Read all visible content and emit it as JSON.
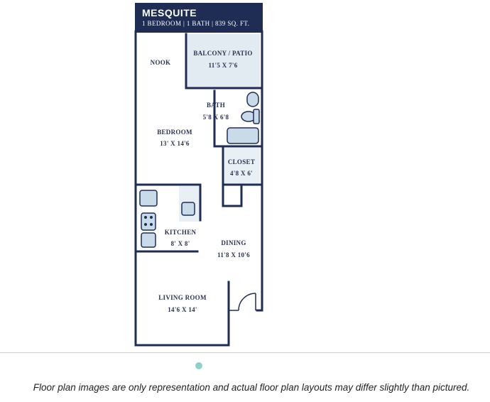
{
  "plan": {
    "name": "MESQUITE",
    "summary": "1 BEDROOM | 1 BATH | 839 SQ. FT."
  },
  "rooms": {
    "nook": {
      "name": "NOOK"
    },
    "balcony": {
      "name": "BALCONY / PATIO",
      "size": "11'5 X 7'6"
    },
    "bath": {
      "name": "BATH",
      "size": "5'8 X 6'8"
    },
    "bedroom": {
      "name": "BEDROOM",
      "size": "13' X 14'6"
    },
    "closet": {
      "name": "CLOSET",
      "size": "4'8 X 6'"
    },
    "kitchen": {
      "name": "KITCHEN",
      "size": "8' X 8'"
    },
    "dining": {
      "name": "DINING",
      "size": "11'8 X 10'6"
    },
    "living": {
      "name": "LIVING ROOM",
      "size": "14'6 X 14'"
    }
  },
  "carousel": {
    "indicator_color": "#8ed1c9"
  },
  "footer": {
    "disclaimer": "Floor plan images are only representation and actual floor plan layouts may differ slightly than pictured."
  },
  "colors": {
    "wall": "#1f2d55",
    "fixture": "#c9dbe9",
    "label": "#2a3352"
  }
}
